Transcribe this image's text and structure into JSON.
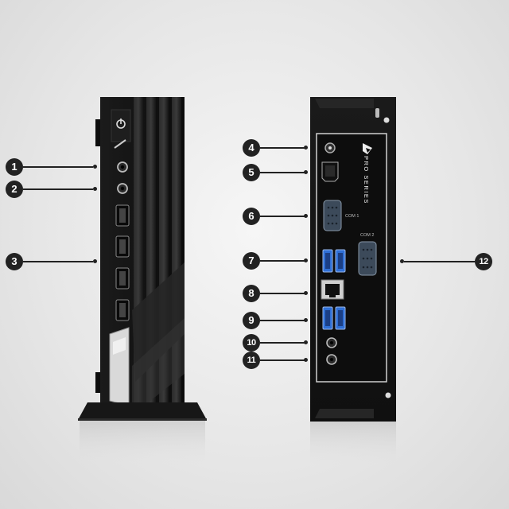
{
  "rear_panel": {
    "brand_mark": "PRO SERIES",
    "port_labels": {
      "com1": "COM 1",
      "com2": "COM 2"
    }
  },
  "callouts": {
    "front": [
      "1",
      "2",
      "3"
    ],
    "rear_left": [
      "4",
      "5",
      "6",
      "7",
      "8",
      "9",
      "10",
      "11"
    ],
    "rear_right": [
      "12"
    ]
  },
  "colors": {
    "background": "#e6e6e6",
    "chassis": "#111111",
    "usb_blue": "#2f6fd6",
    "callout": "#222222"
  }
}
